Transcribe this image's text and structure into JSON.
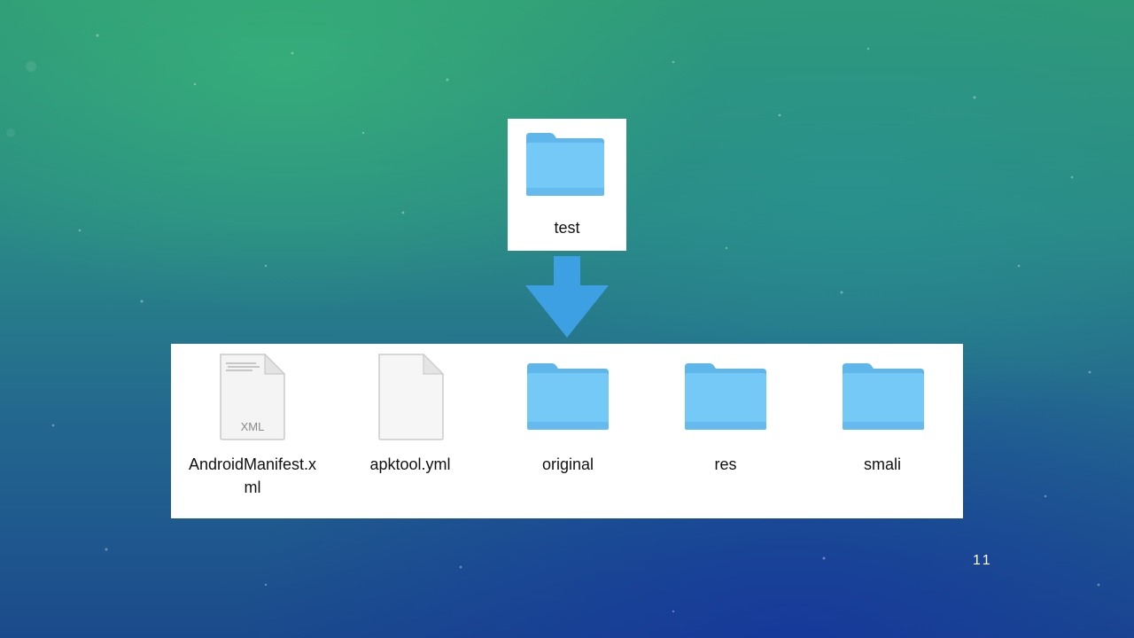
{
  "slide": {
    "page_number": "11",
    "arrow_color": "#3da0e3",
    "folder_color": "#6fc3f5"
  },
  "source": {
    "folder_name": "test",
    "icon": "folder-icon"
  },
  "output_items": [
    {
      "name": "AndroidManifest.x",
      "name_line2": "ml",
      "icon": "xml-file-icon",
      "badge": "XML"
    },
    {
      "name": "apktool.yml",
      "icon": "document-file-icon"
    },
    {
      "name": "original",
      "icon": "folder-icon"
    },
    {
      "name": "res",
      "icon": "folder-icon"
    },
    {
      "name": "smali",
      "icon": "folder-icon"
    }
  ]
}
